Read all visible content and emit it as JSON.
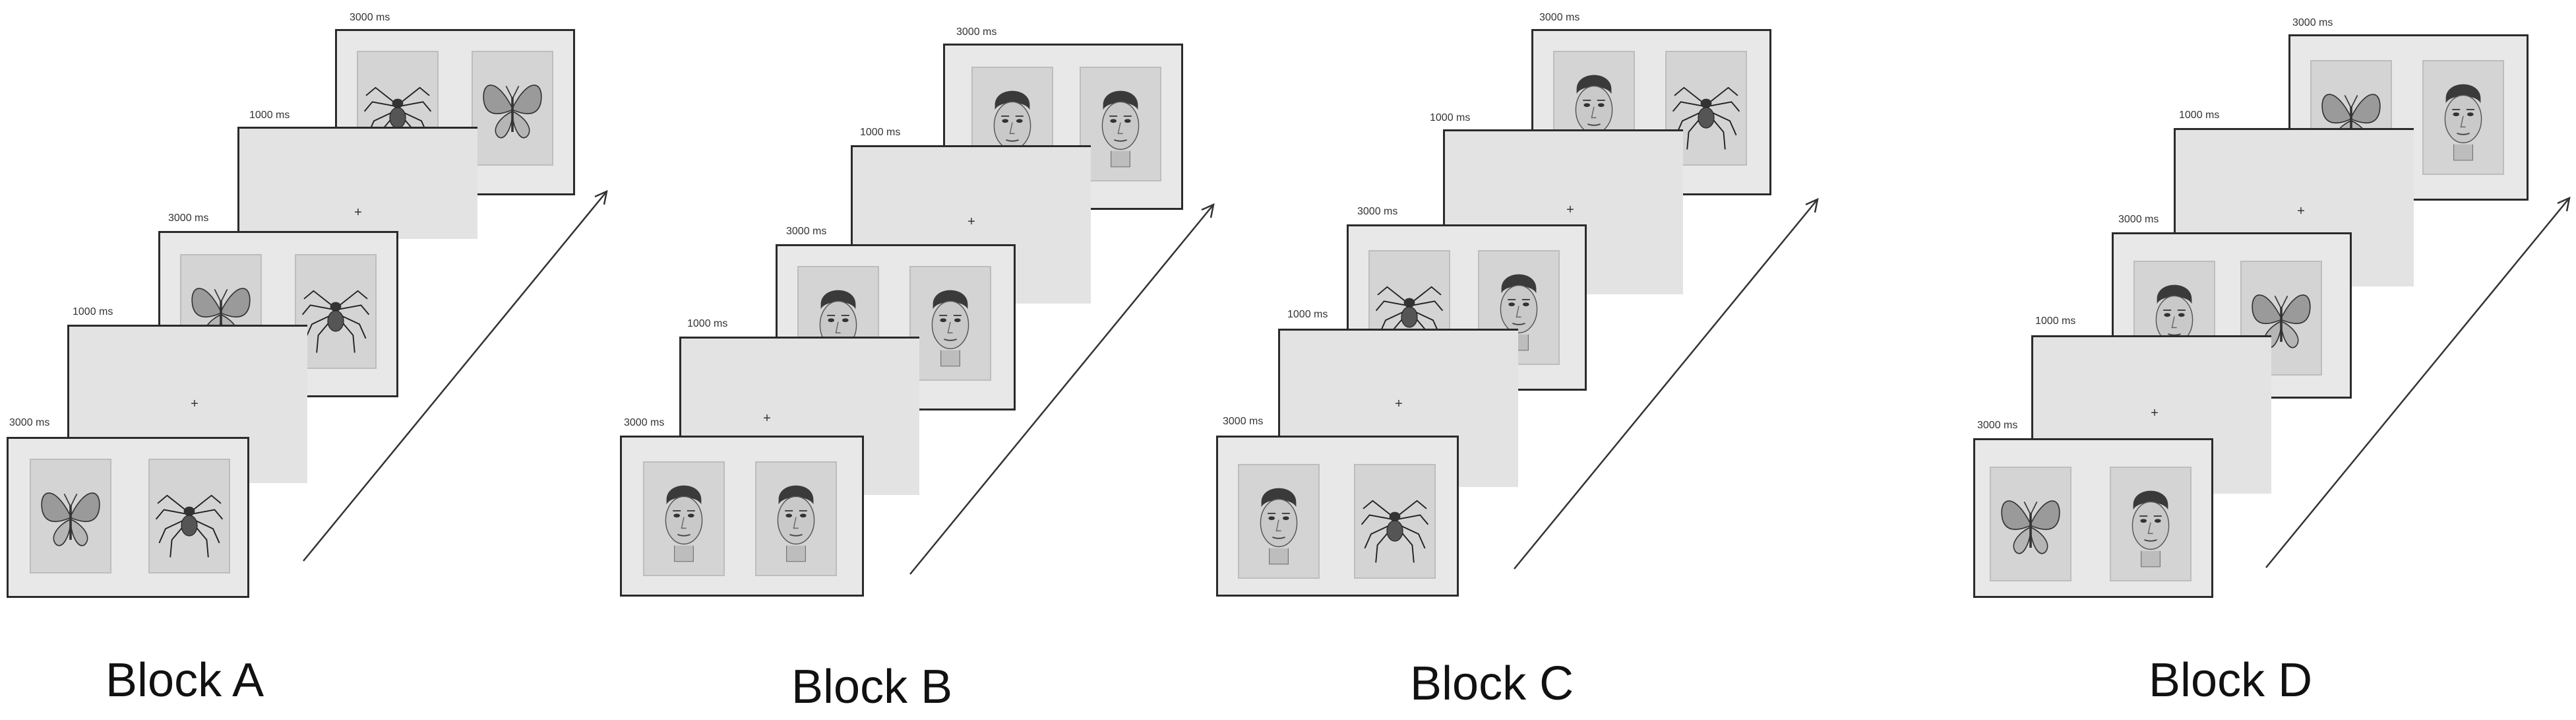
{
  "blocks": [
    {
      "label": "Block A",
      "trials": [
        {
          "time": "3000 ms",
          "left": "butterfly-icon",
          "right": "spider-icon"
        },
        {
          "time": "1000 ms"
        },
        {
          "time": "3000 ms",
          "left": "butterfly-icon",
          "right": "spider-icon"
        },
        {
          "time": "1000 ms"
        },
        {
          "time": "3000 ms",
          "left": "spider-icon",
          "right": "butterfly-icon"
        }
      ]
    },
    {
      "label": "Block B",
      "trials": [
        {
          "time": "3000 ms",
          "left": "face-icon",
          "right": "face-icon"
        },
        {
          "time": "1000 ms"
        },
        {
          "time": "3000 ms",
          "left": "face-icon",
          "right": "face-icon"
        },
        {
          "time": "1000 ms"
        },
        {
          "time": "3000 ms",
          "left": "face-icon",
          "right": "face-icon"
        }
      ]
    },
    {
      "label": "Block C",
      "trials": [
        {
          "time": "3000 ms",
          "left": "face-icon",
          "right": "spider-icon"
        },
        {
          "time": "1000 ms"
        },
        {
          "time": "3000 ms",
          "left": "spider-icon",
          "right": "face-icon"
        },
        {
          "time": "1000 ms"
        },
        {
          "time": "3000 ms",
          "left": "face-icon",
          "right": "spider-icon"
        }
      ]
    },
    {
      "label": "Block D",
      "trials": [
        {
          "time": "3000 ms",
          "left": "butterfly-icon",
          "right": "face-icon"
        },
        {
          "time": "1000 ms"
        },
        {
          "time": "3000 ms",
          "left": "face-icon",
          "right": "butterfly-icon"
        },
        {
          "time": "1000 ms"
        },
        {
          "time": "3000 ms",
          "left": "butterfly-icon",
          "right": "face-icon"
        }
      ]
    }
  ],
  "fixation_symbol": "+"
}
